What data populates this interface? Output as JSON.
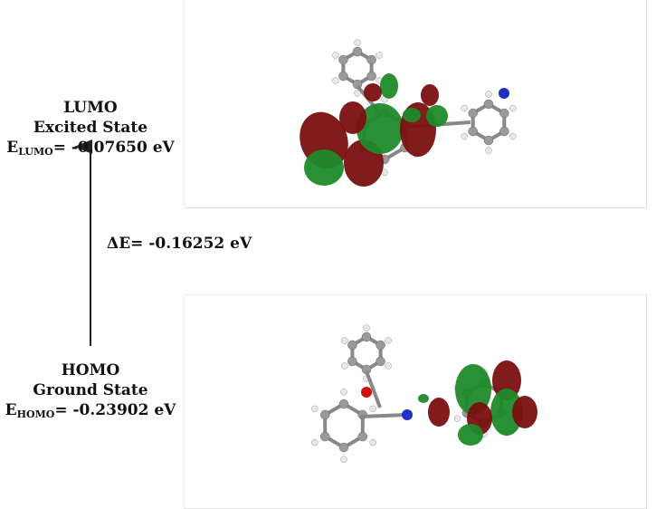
{
  "lumo": {
    "title": "LUMO",
    "state": "Excited State",
    "energy_symbol": "E",
    "energy_subscript": "LUMO",
    "energy_value": "= -0.07650 eV"
  },
  "homo": {
    "title": "HOMO",
    "state": "Ground State",
    "energy_symbol": "E",
    "energy_subscript": "HOMO",
    "energy_value": "= -0.23902 eV"
  },
  "gap": {
    "label": "ΔE= -0.16252 eV"
  },
  "colors": {
    "orbital_positive": "#7a1010",
    "orbital_negative": "#1f8a2a",
    "carbon": "#9a9a9a",
    "hydrogen": "#e8e8e8",
    "oxygen": "#d01010",
    "nitrogen": "#2030c0"
  }
}
